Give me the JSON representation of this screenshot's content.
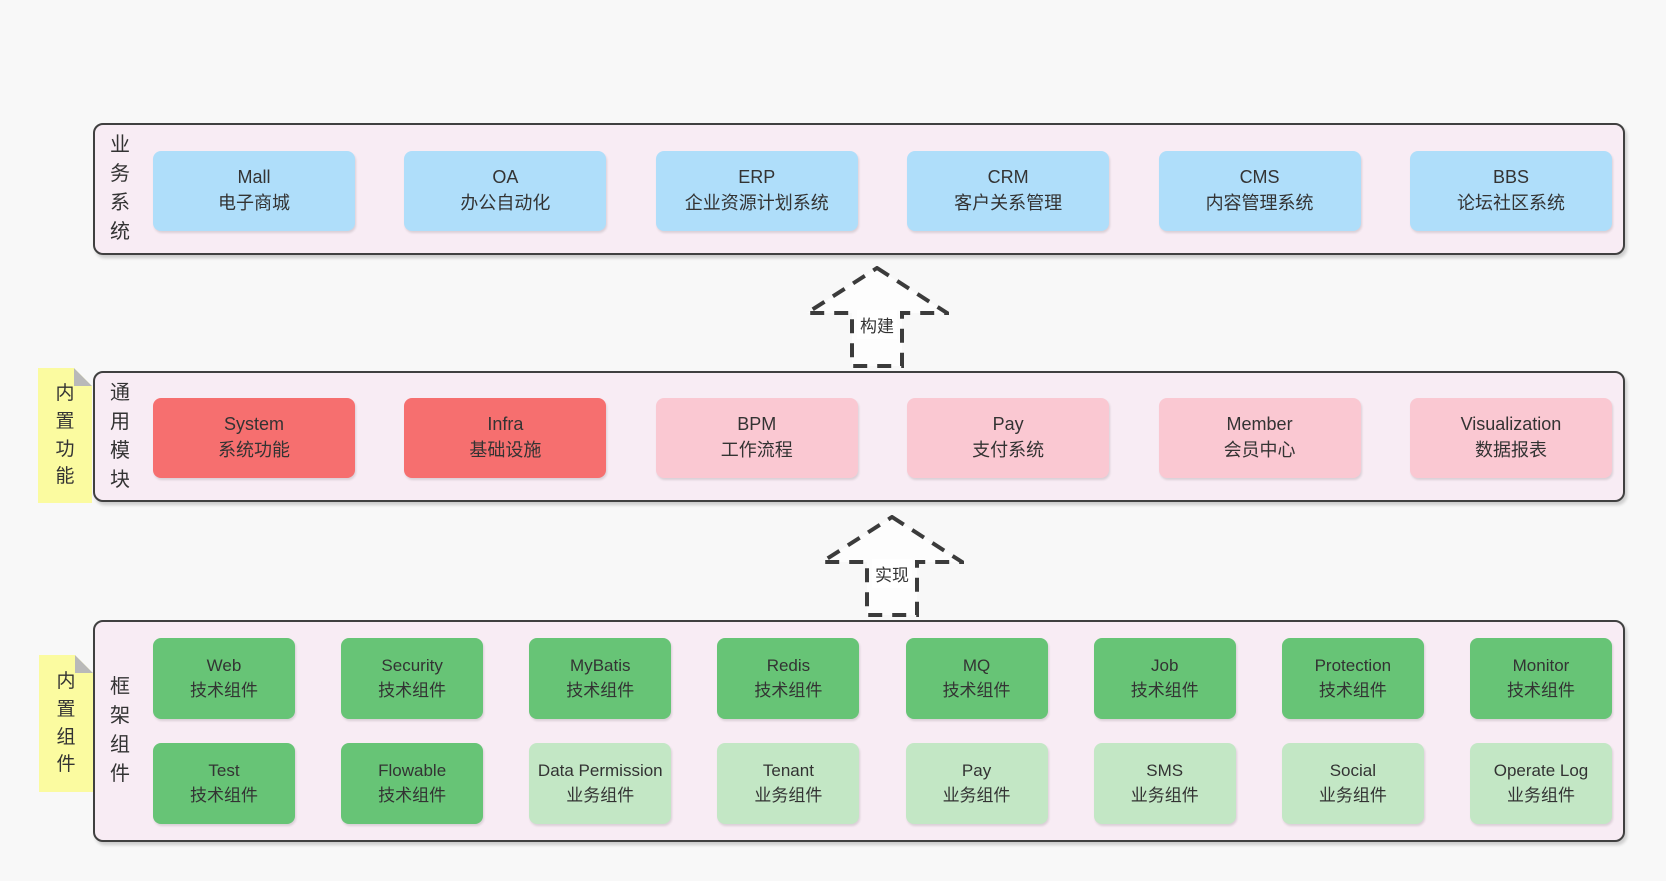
{
  "colors": {
    "page_bg": "#f8f8f8",
    "band_bg": "#f8ecf4",
    "band_border": "#404040",
    "box_blue": "#afdefa",
    "box_red": "#f66f6f",
    "box_pink": "#fac8d2",
    "box_green": "#67c476",
    "box_light_green": "#c3e7c5",
    "note_yellow": "#fbfba0",
    "note_fold_gray": "#b9b9b9",
    "text": "#333333"
  },
  "bands": {
    "business": {
      "label": "业务系统",
      "boxes": [
        {
          "en": "Mall",
          "zh": "电子商城"
        },
        {
          "en": "OA",
          "zh": "办公自动化"
        },
        {
          "en": "ERP",
          "zh": "企业资源计划系统"
        },
        {
          "en": "CRM",
          "zh": "客户关系管理"
        },
        {
          "en": "CMS",
          "zh": "内容管理系统"
        },
        {
          "en": "BBS",
          "zh": "论坛社区系统"
        }
      ]
    },
    "modules": {
      "label": "通用模块",
      "note": "内置功能",
      "boxes": [
        {
          "en": "System",
          "zh": "系统功能"
        },
        {
          "en": "Infra",
          "zh": "基础设施"
        },
        {
          "en": "BPM",
          "zh": "工作流程"
        },
        {
          "en": "Pay",
          "zh": "支付系统"
        },
        {
          "en": "Member",
          "zh": "会员中心"
        },
        {
          "en": "Visualization",
          "zh": "数据报表"
        }
      ]
    },
    "components": {
      "label": "框架组件",
      "note": "内置组件",
      "row1": [
        {
          "en": "Web",
          "zh": "技术组件"
        },
        {
          "en": "Security",
          "zh": "技术组件"
        },
        {
          "en": "MyBatis",
          "zh": "技术组件"
        },
        {
          "en": "Redis",
          "zh": "技术组件"
        },
        {
          "en": "MQ",
          "zh": "技术组件"
        },
        {
          "en": "Job",
          "zh": "技术组件"
        },
        {
          "en": "Protection",
          "zh": "技术组件"
        },
        {
          "en": "Monitor",
          "zh": "技术组件"
        }
      ],
      "row2": [
        {
          "en": "Test",
          "zh": "技术组件"
        },
        {
          "en": "Flowable",
          "zh": "技术组件"
        },
        {
          "en": "Data Permission",
          "zh": "业务组件"
        },
        {
          "en": "Tenant",
          "zh": "业务组件"
        },
        {
          "en": "Pay",
          "zh": "业务组件"
        },
        {
          "en": "SMS",
          "zh": "业务组件"
        },
        {
          "en": "Social",
          "zh": "业务组件"
        },
        {
          "en": "Operate Log",
          "zh": "业务组件"
        }
      ]
    }
  },
  "arrows": {
    "build": {
      "label": "构建"
    },
    "implement": {
      "label": "实现"
    }
  }
}
